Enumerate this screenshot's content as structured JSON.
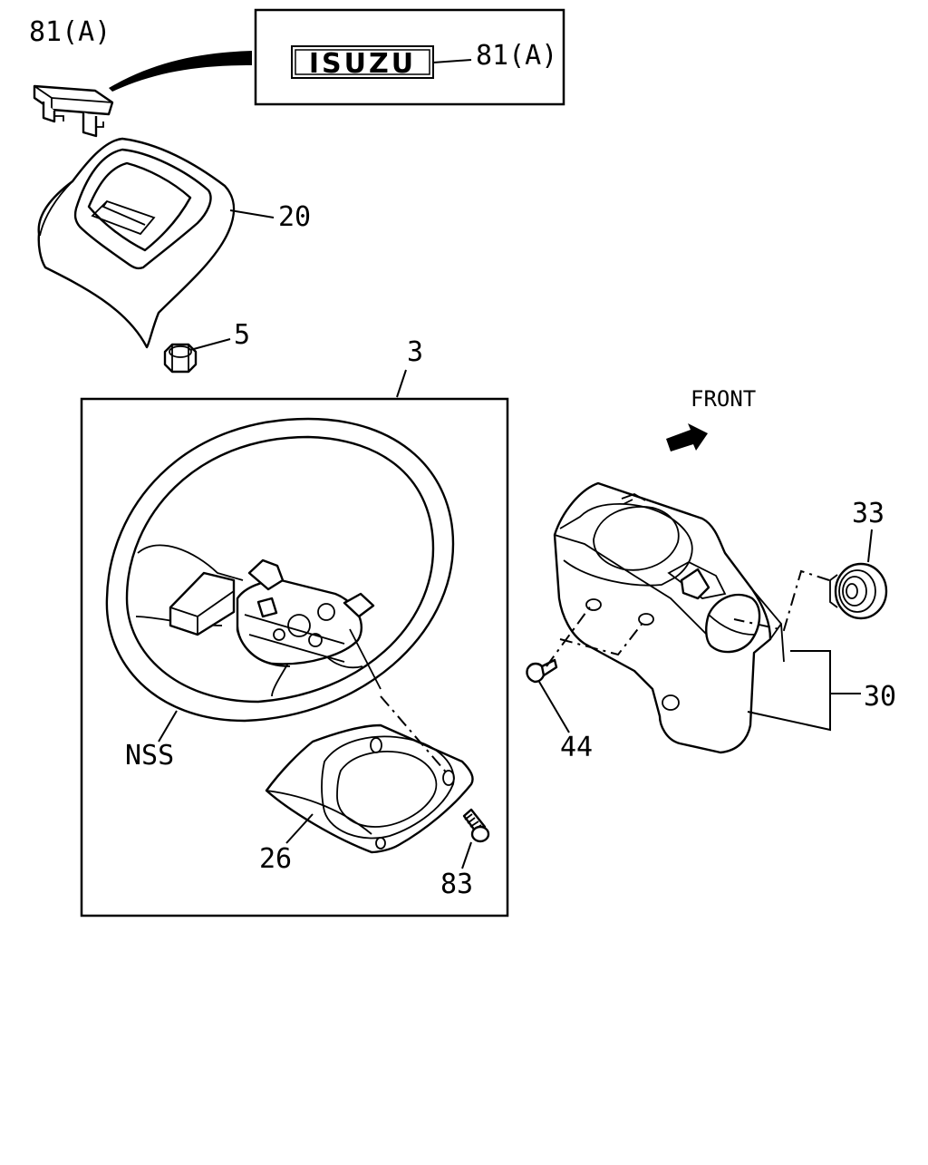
{
  "logo_text": "ISUZU",
  "front_text": "FRONT",
  "callouts": {
    "emblem_a": "81(A)",
    "emblem_b": "81(A)",
    "horn_pad": "20",
    "nut": "5",
    "wheel_assy": "3",
    "wheel": "NSS",
    "cover": "26",
    "screw_83": "83",
    "screw_44": "44",
    "column_cover": "30",
    "grommet": "33"
  }
}
